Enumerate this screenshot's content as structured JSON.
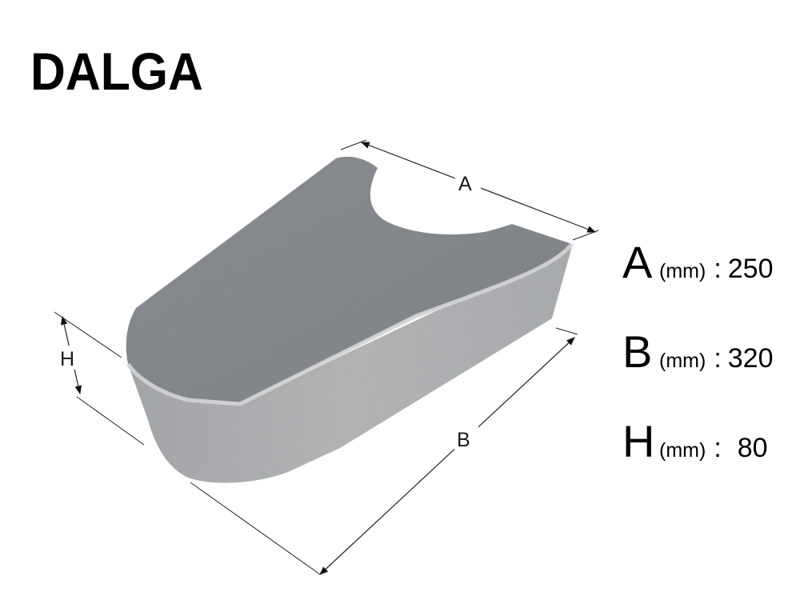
{
  "title": "DALGA",
  "dimension_labels": {
    "a": "A",
    "b": "B",
    "h": "H"
  },
  "specs": [
    {
      "letter": "A",
      "unit": "(mm)",
      "separator": ":",
      "value": "250"
    },
    {
      "letter": "B",
      "unit": "(mm)",
      "separator": ":",
      "value": "320"
    },
    {
      "letter": "H",
      "unit": "(mm)",
      "separator": ":",
      "value": "80"
    }
  ],
  "colors": {
    "top_surface": "#8b8f93",
    "side_surface": "#b9bcbe",
    "edge_highlight": "#d3d5d6",
    "dimension_line": "#222222"
  }
}
